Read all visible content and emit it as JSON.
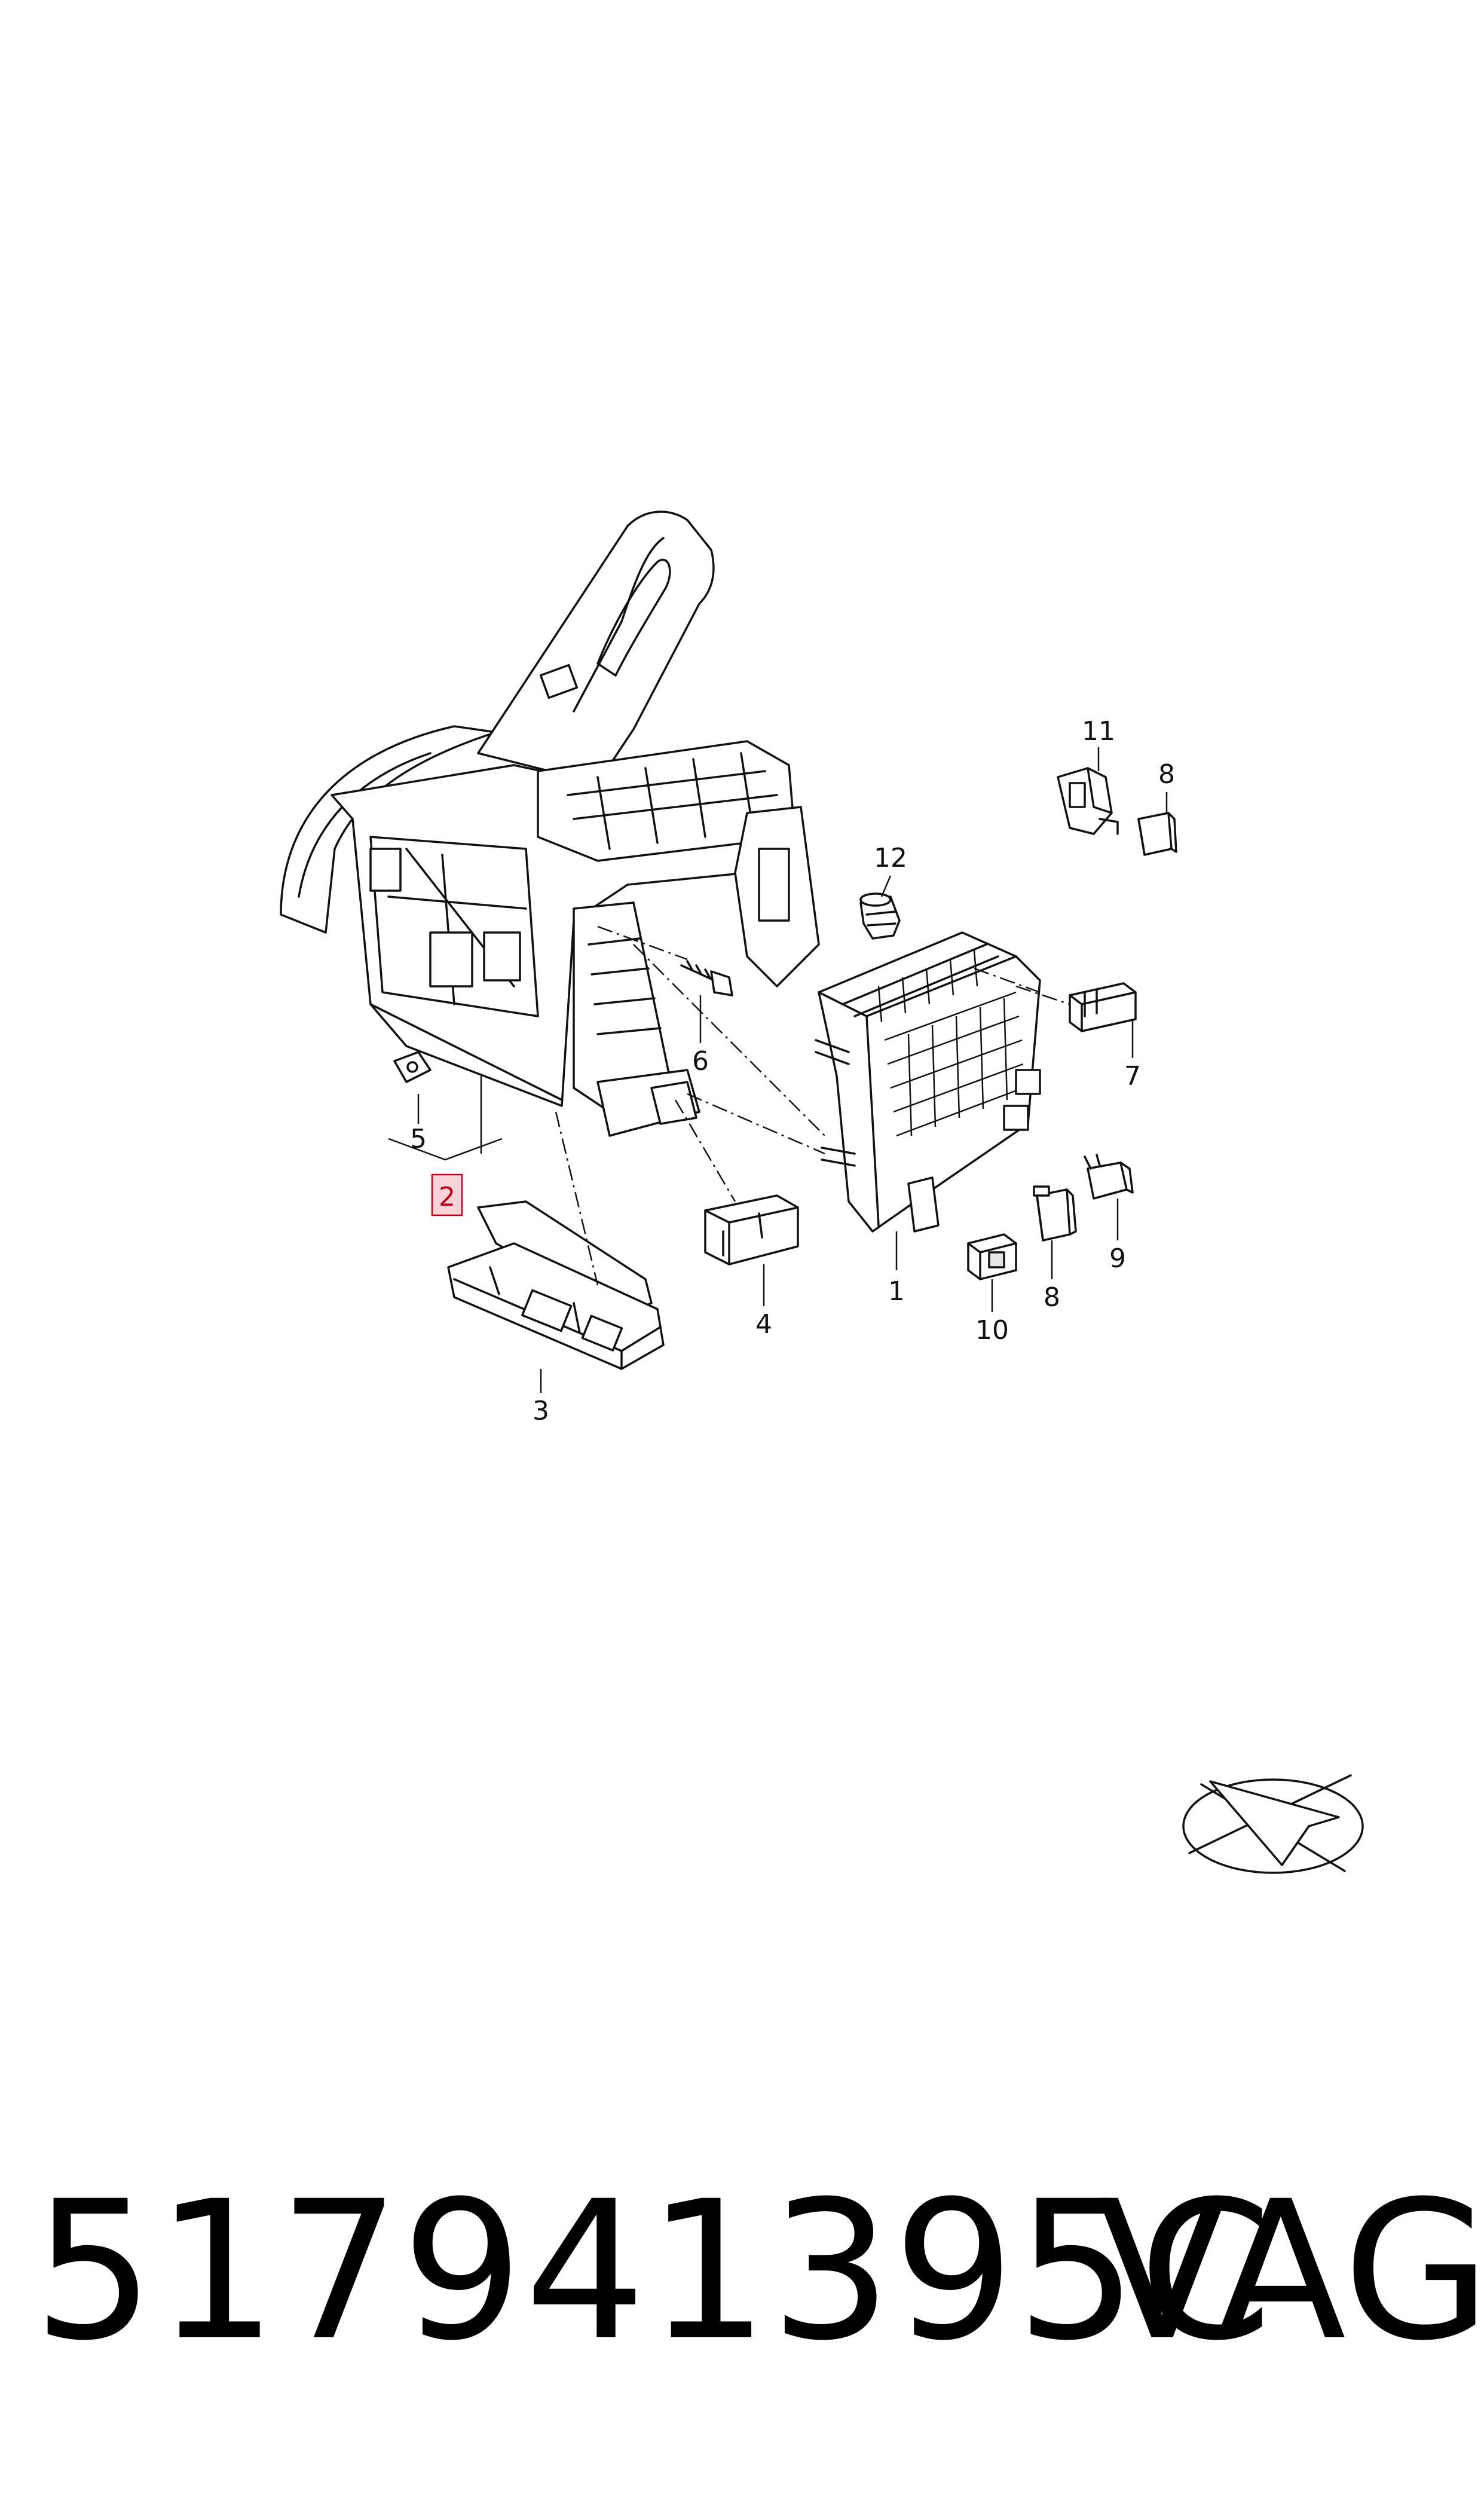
{
  "diagram": {
    "callouts": [
      {
        "id": "1",
        "label": "1"
      },
      {
        "id": "2",
        "label": "2",
        "highlighted": true
      },
      {
        "id": "3",
        "label": "3"
      },
      {
        "id": "4",
        "label": "4"
      },
      {
        "id": "5",
        "label": "5"
      },
      {
        "id": "6",
        "label": "6"
      },
      {
        "id": "7",
        "label": "7"
      },
      {
        "id": "8a",
        "label": "8"
      },
      {
        "id": "8b",
        "label": "8"
      },
      {
        "id": "9",
        "label": "9"
      },
      {
        "id": "10",
        "label": "10"
      },
      {
        "id": "11",
        "label": "11"
      },
      {
        "id": "12",
        "label": "12"
      }
    ],
    "highlight_color": "#f8d3d7",
    "highlight_border": "#c0001a"
  },
  "footer": {
    "part_number": "517941395C",
    "brand": "VAG"
  }
}
